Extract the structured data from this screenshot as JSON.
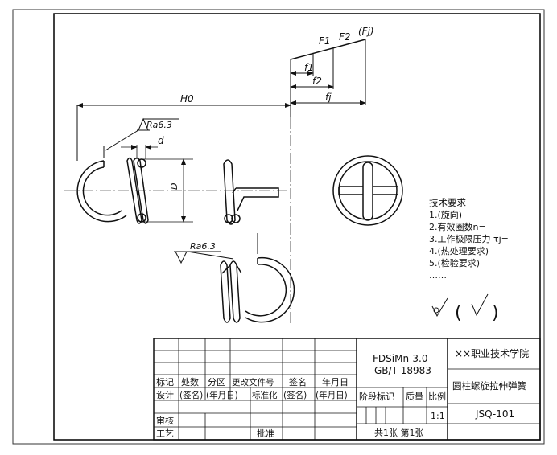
{
  "drawing": {
    "dimensions": {
      "F1": "F1",
      "F2": "F2",
      "Fj": "(Fj)",
      "f1": "f1",
      "f2": "f2",
      "fj": "fj",
      "H0": "H0",
      "d": "d",
      "D": "D",
      "roughness_top": "Ra6.3",
      "roughness_bottom": "Ra6.3"
    },
    "tech_requirements": {
      "title": "技术要求",
      "items": [
        "1.(旋向)",
        "2.有效圈数n=",
        "3.工作极限压力 τj=",
        "4.(热处理要求)",
        "5.(检验要求)",
        "……"
      ]
    },
    "surface_symbols": {
      "paren_open": "(",
      "paren_close": ")"
    }
  },
  "title_block": {
    "material": [
      "FDSiMn-3.0-",
      "GB/T 18983"
    ],
    "school": "××职业技术学院",
    "part_name": "圆柱螺旋拉伸弹簧",
    "drawing_no": "JSQ-101",
    "scale_label": "比例",
    "mass_label": "质量",
    "stage_label": "阶段标记",
    "scale": "1:1",
    "sheets": "共1张  第1张",
    "row_labels": {
      "mark": "标记",
      "count": "处数",
      "zone": "分区",
      "change_doc": "更改文件号",
      "sign": "签名",
      "date": "年月日",
      "design": "设计",
      "sign_p": "(签名)",
      "date_p": "(年月日)",
      "standard": "标准化",
      "sign_p2": "(签名)",
      "date_p2": "(年月日)",
      "review": "审核",
      "process": "工艺",
      "approve": "批准"
    }
  }
}
